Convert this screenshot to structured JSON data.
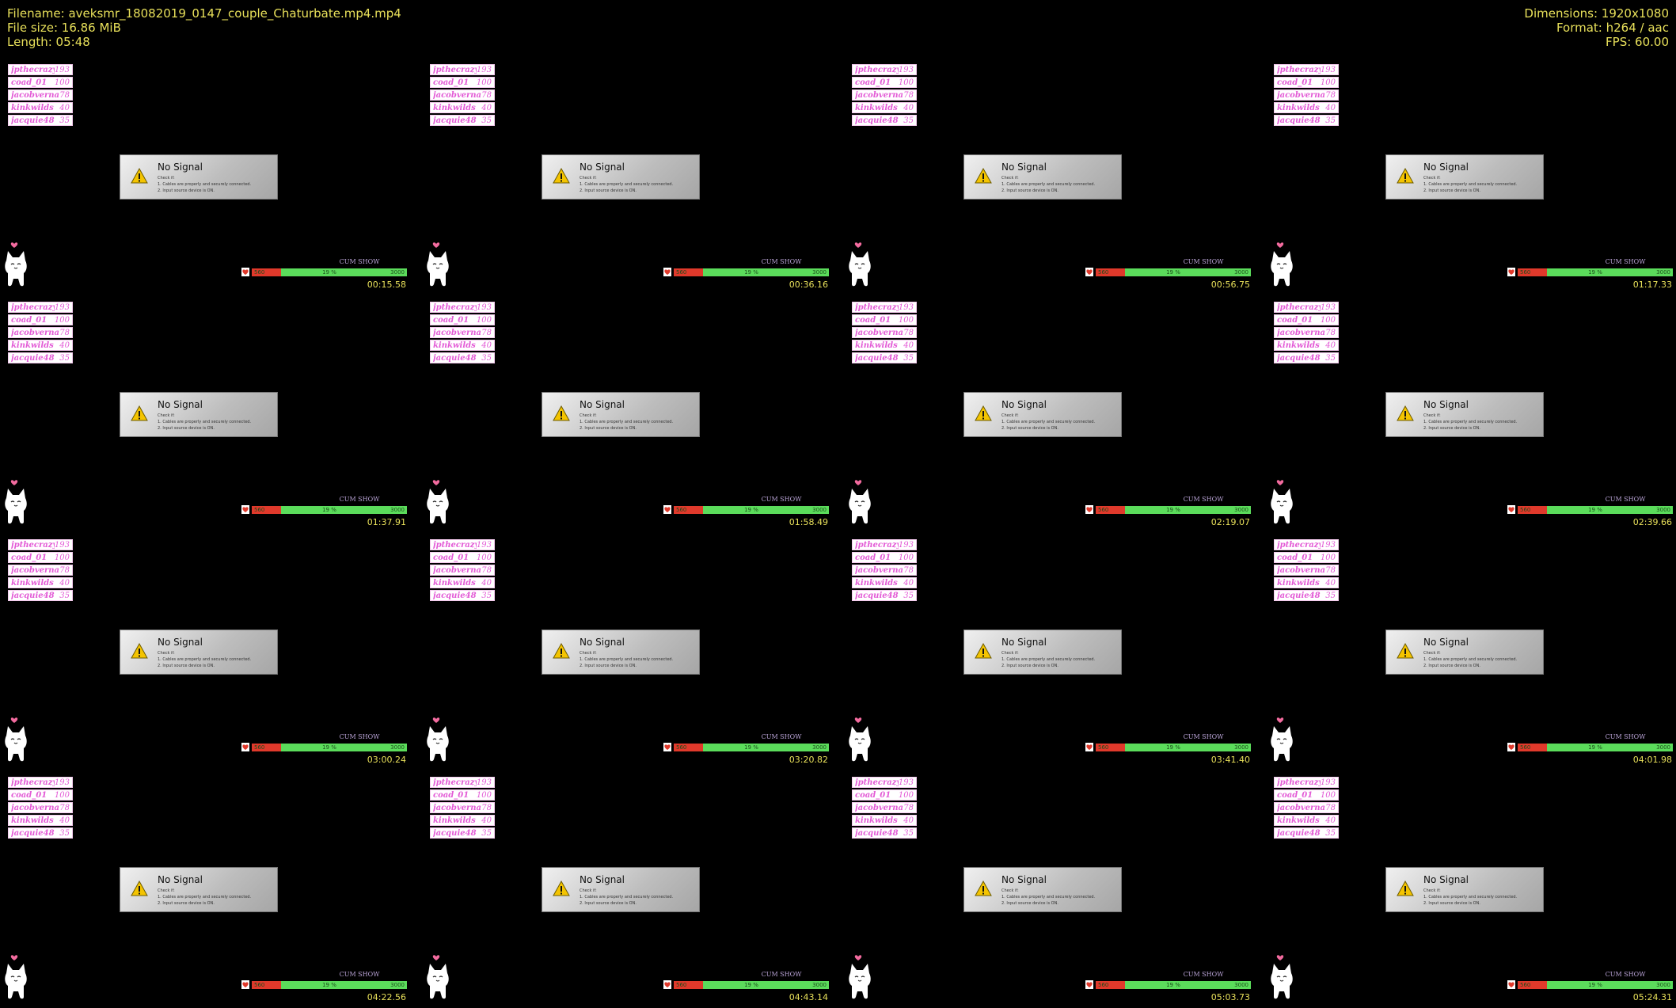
{
  "header": {
    "filename_line": "Filename: aveksmr_18082019_0147_couple_Chaturbate.mp4.mp4",
    "filesize_line": "File size: 16.86 MiB",
    "length_line": "Length: 05:48",
    "dimensions_line": "Dimensions: 1920x1080",
    "format_line": "Format: h264 / aac",
    "fps_line": "FPS: 60.00"
  },
  "frame": {
    "leaderboard": [
      {
        "name": "jpthecrazy",
        "value": "193"
      },
      {
        "name": "coad_01",
        "value": "100"
      },
      {
        "name": "jacobvernat",
        "value": "78"
      },
      {
        "name": "kinkwilds",
        "value": "40"
      },
      {
        "name": "jacquie48",
        "value": "35"
      }
    ],
    "no_signal": {
      "title": "No Signal",
      "line1": "Check if:",
      "line2": "1. Cables are properly and securely connected.",
      "line3": "2. Input source device is ON."
    },
    "goal": {
      "label": "CUM SHOW",
      "start": "560",
      "percent": "19 %",
      "end": "3000",
      "fraction": 0.19
    }
  },
  "timestamps": [
    "00:15.58",
    "00:36.16",
    "00:56.75",
    "01:17.33",
    "01:37.91",
    "01:58.49",
    "02:19.07",
    "02:39.66",
    "03:00.24",
    "03:20.82",
    "03:41.40",
    "04:01.98",
    "04:22.56",
    "04:43.14",
    "05:03.73",
    "05:24.31"
  ],
  "colors": {
    "header_text": "#e8e05a",
    "leaderboard_text": "#e35ad6",
    "goal_bar": "#5bdc5b",
    "goal_fill": "#e0392b"
  }
}
